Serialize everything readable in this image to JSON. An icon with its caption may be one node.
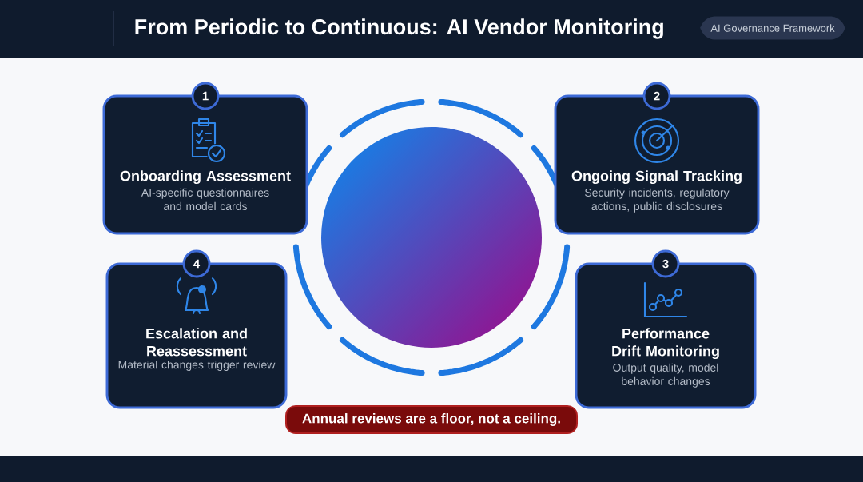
{
  "diagram": {
    "title": "From Periodic to Continuous: AI Vendor Monitoring",
    "nodes": [
      {
        "text": [
          "1"
        ]
      },
      {
        "text": [
          "Onboarding Assessment",
          "AI-specific questionnaires and model cards"
        ]
      },
      {
        "text": [
          "2"
        ]
      },
      {
        "text": [
          "Ongoing Signal Tracking",
          "Security incidents, regulatory actions, public disclosures"
        ]
      },
      {
        "text": [
          "4"
        ]
      },
      {
        "text": [
          "Escalation and Reassessment",
          "Material changes trigger review"
        ]
      },
      {
        "text": [
          "3"
        ]
      },
      {
        "text": [
          "Performance Drift Monitoring",
          "Output quality, model behavior changes"
        ]
      },
      {
        "text": [
          "Annual reviews are a floor, not a ceiling."
        ]
      }
    ],
    "labels": [
      "AI Governance Framework"
    ]
  }
}
